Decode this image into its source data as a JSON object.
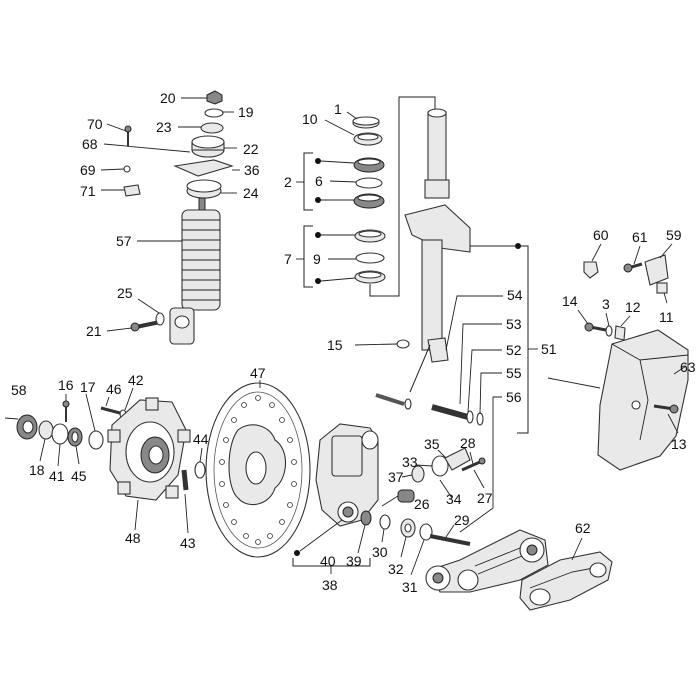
{
  "diagram": {
    "labels": {
      "l20": "20",
      "l19": "19",
      "l70": "70",
      "l23": "23",
      "l68": "68",
      "l22": "22",
      "l69": "69",
      "l36": "36",
      "l71": "71",
      "l24": "24",
      "l57": "57",
      "l25": "25",
      "l21": "21",
      "l1": "1",
      "l10": "10",
      "l2": "2",
      "l6": "6",
      "l7": "7",
      "l9": "9",
      "l54": "54",
      "l53": "53",
      "l52": "52",
      "l51": "51",
      "l55": "55",
      "l56": "56",
      "l15": "15",
      "l60": "60",
      "l61": "61",
      "l59": "59",
      "l14": "14",
      "l3": "3",
      "l12": "12",
      "l11": "11",
      "l63": "63",
      "l13": "13",
      "l58": "58",
      "l16": "16",
      "l17": "17",
      "l46": "46",
      "l42": "42",
      "l18": "18",
      "l41": "41",
      "l45": "45",
      "l47": "47",
      "l44": "44",
      "l48": "48",
      "l43": "43",
      "l35": "35",
      "l28": "28",
      "l33": "33",
      "l37": "37",
      "l27": "27",
      "l34": "34",
      "l26": "26",
      "l29": "29",
      "l30": "30",
      "l32": "32",
      "l31": "31",
      "l40": "40",
      "l39": "39",
      "l38": "38",
      "l62": "62"
    }
  }
}
